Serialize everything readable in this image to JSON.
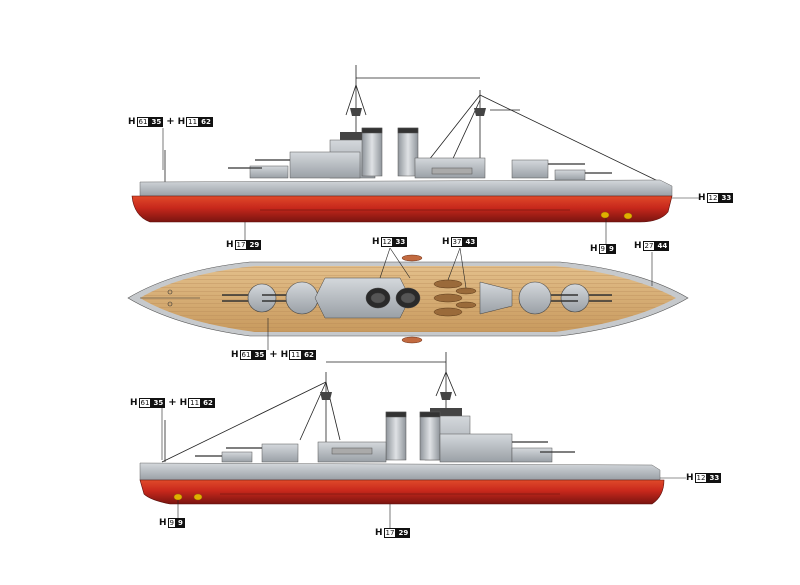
{
  "views": [
    {
      "name": "starboard-profile"
    },
    {
      "name": "deck-plan"
    },
    {
      "name": "port-profile"
    }
  ],
  "callouts": [
    {
      "id": "c1",
      "items": [
        {
          "h": "H",
          "a": "61",
          "b": "35"
        },
        {
          "h": "H",
          "a": "11",
          "b": "62"
        }
      ]
    },
    {
      "id": "c2",
      "items": [
        {
          "h": "H",
          "a": "12",
          "b": "33"
        }
      ]
    },
    {
      "id": "c3",
      "items": [
        {
          "h": "H",
          "a": "17",
          "b": "29"
        }
      ]
    },
    {
      "id": "c4",
      "items": [
        {
          "h": "H",
          "a": "9",
          "b": "9"
        }
      ]
    },
    {
      "id": "c5",
      "items": [
        {
          "h": "H",
          "a": "12",
          "b": "33"
        }
      ]
    },
    {
      "id": "c6",
      "items": [
        {
          "h": "H",
          "a": "37",
          "b": "43"
        }
      ]
    },
    {
      "id": "c7",
      "items": [
        {
          "h": "H",
          "a": "27",
          "b": "44"
        }
      ]
    },
    {
      "id": "c8",
      "items": [
        {
          "h": "H",
          "a": "61",
          "b": "35"
        },
        {
          "h": "H",
          "a": "11",
          "b": "62"
        }
      ]
    },
    {
      "id": "c9",
      "items": [
        {
          "h": "H",
          "a": "61",
          "b": "35"
        },
        {
          "h": "H",
          "a": "11",
          "b": "62"
        }
      ]
    },
    {
      "id": "c10",
      "items": [
        {
          "h": "H",
          "a": "12",
          "b": "33"
        }
      ]
    },
    {
      "id": "c11",
      "items": [
        {
          "h": "H",
          "a": "9",
          "b": "9"
        }
      ]
    },
    {
      "id": "c12",
      "items": [
        {
          "h": "H",
          "a": "17",
          "b": "29"
        }
      ]
    }
  ],
  "colors": {
    "hull_grey": "#b9bec3",
    "hull_red": "#c8281c",
    "deck_wood": "#d9b27a",
    "ink": "#111111",
    "propeller": "#e0b000"
  }
}
